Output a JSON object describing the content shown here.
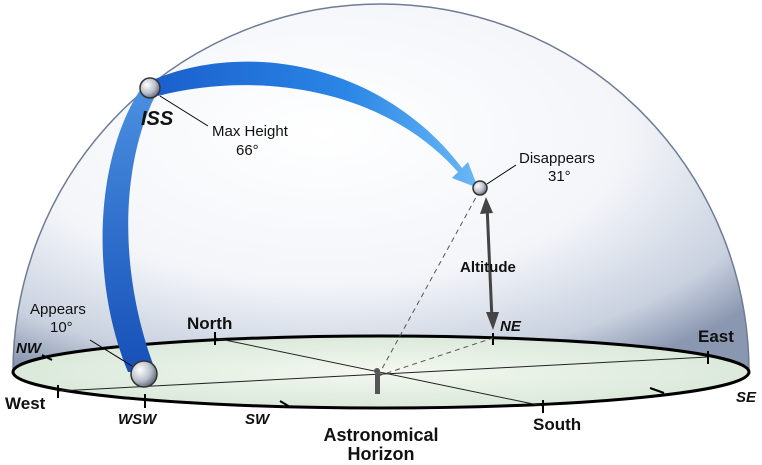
{
  "labels": {
    "iss": "ISS",
    "max_height": "Max Height",
    "max_height_value": "66°",
    "disappears": "Disappears",
    "disappears_value": "31°",
    "appears": "Appears",
    "appears_value": "10°",
    "altitude": "Altitude",
    "horizon_line1": "Astronomical",
    "horizon_line2": "Horizon"
  },
  "directions": {
    "north": "North",
    "east": "East",
    "south": "South",
    "west": "West",
    "nw": "NW",
    "ne": "NE",
    "se": "SE",
    "sw": "SW",
    "wsw": "WSW"
  },
  "colors": {
    "dome_edge": "#8a97b0",
    "arc_blue": "#1a66d6",
    "arc_light": "#6ab8f5",
    "horizon_fill": "#e6f0e8",
    "label_gray": "#777777"
  }
}
